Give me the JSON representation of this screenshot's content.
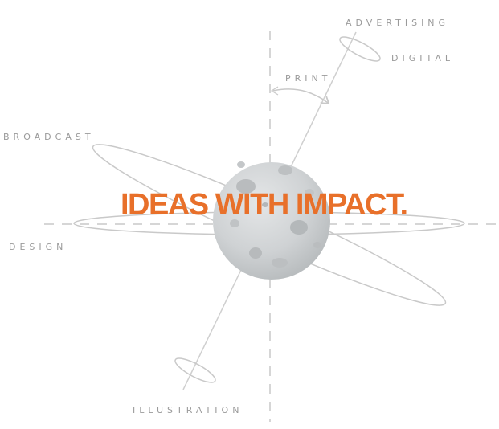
{
  "headline": "IDEAS WITH IMPACT.",
  "labels": {
    "advertising": "ADVERTISING",
    "digital": "DIGITAL",
    "print": "PRINT",
    "broadcast": "BROADCAST",
    "design": "DESIGN",
    "illustration": "ILLUSTRATION"
  },
  "colors": {
    "headline": "#e8702a",
    "line": "#c9c9c9",
    "label": "#9a9a9a",
    "moon": "#cfd2d4",
    "moon_shadow": "#a8acae"
  },
  "icons": {
    "moon": "moon-planet-icon",
    "orbits": "orbit-ring-icon",
    "arrow": "curved-arrow-icon"
  }
}
